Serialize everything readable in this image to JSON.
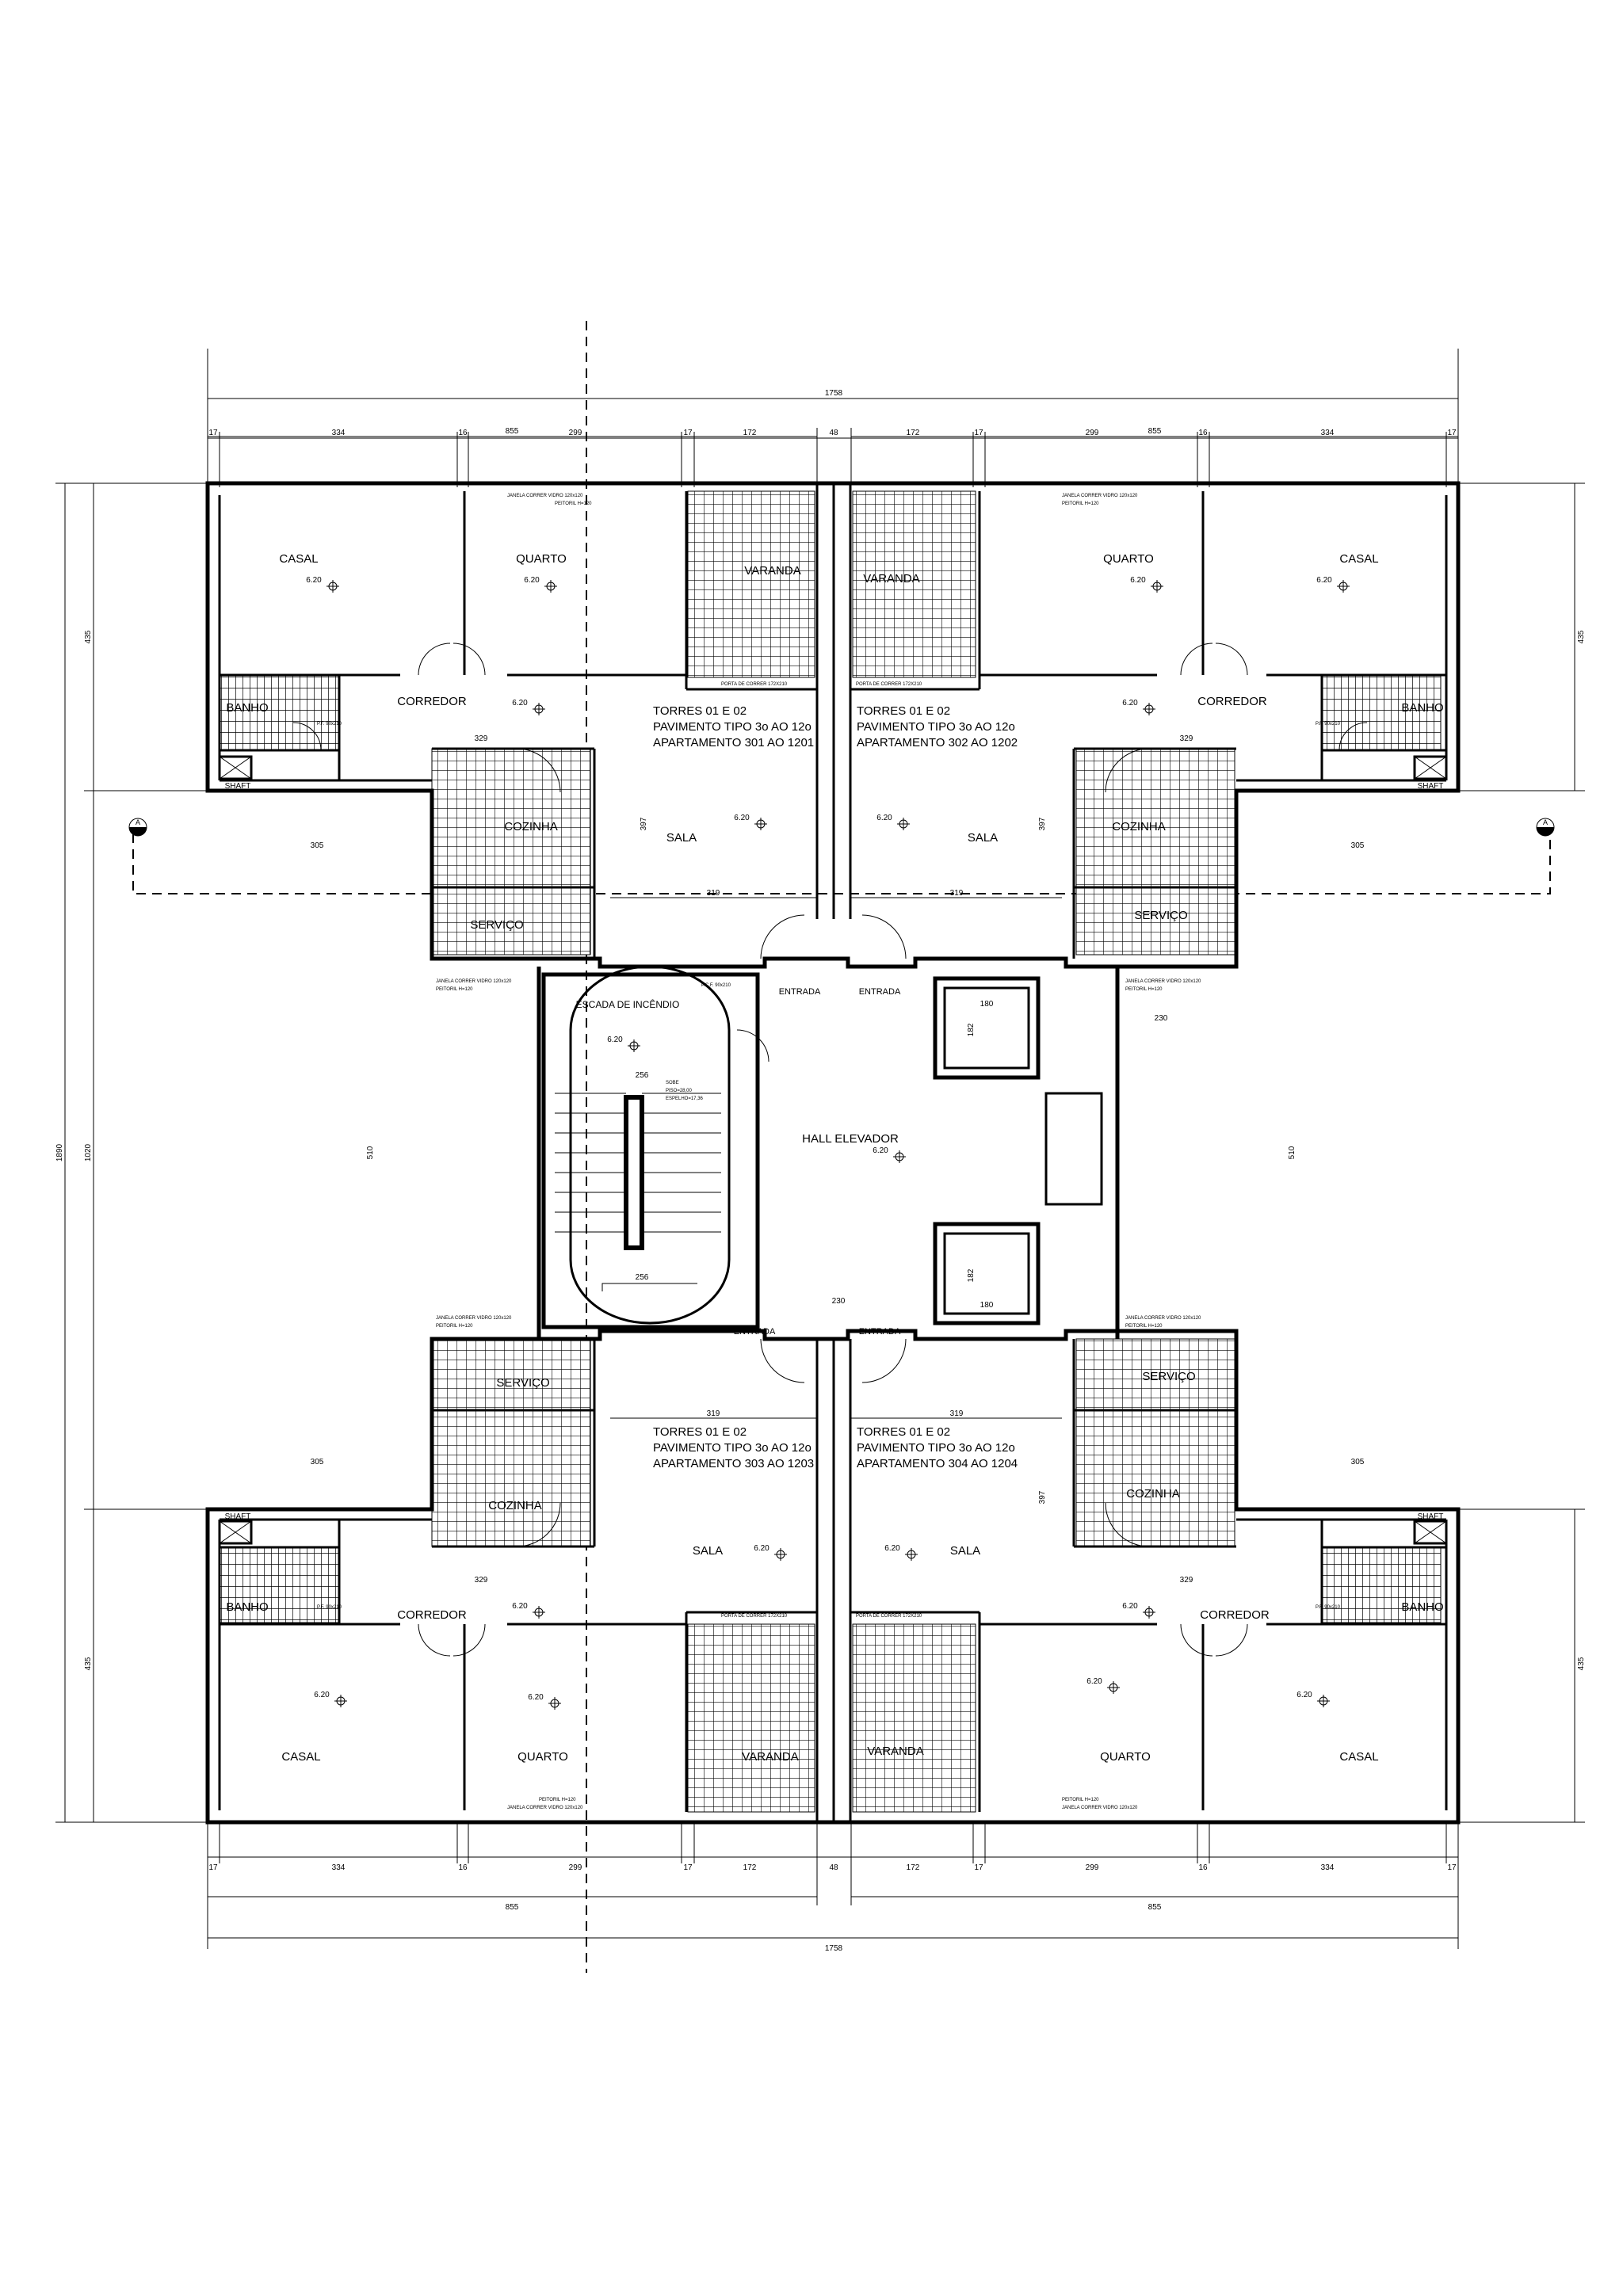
{
  "rooms": {
    "casal": "CASAL",
    "quarto": "QUARTO",
    "varanda": "VARANDA",
    "corredor": "CORREDOR",
    "banho": "BANHO",
    "cozinha": "COZINHA",
    "servico": "SERVIÇO",
    "sala": "SALA",
    "entrada": "ENTRADA",
    "shaft": "SHAFT",
    "hall": "HALL ELEVADOR",
    "escada": "ESCADA DE INCÊNDIO"
  },
  "apartments": [
    {
      "line1": "TORRES 01 E 02",
      "line2": "PAVIMENTO TIPO 3o AO 12o",
      "line3": "APARTAMENTO 301 AO 1201"
    },
    {
      "line1": "TORRES 01 E 02",
      "line2": "PAVIMENTO TIPO 3o AO 12o",
      "line3": "APARTAMENTO 302 AO 1202"
    },
    {
      "line1": "TORRES 01 E 02",
      "line2": "PAVIMENTO TIPO 3o AO 12o",
      "line3": "APARTAMENTO 303 AO 1203"
    },
    {
      "line1": "TORRES 01 E 02",
      "line2": "PAVIMENTO TIPO 3o AO 12o",
      "line3": "APARTAMENTO 304 AO 1204"
    }
  ],
  "dimensions": {
    "total": "1758",
    "half": "855",
    "segments": [
      "17",
      "334",
      "16",
      "299",
      "17",
      "172",
      "48",
      "172",
      "17",
      "299",
      "16",
      "334",
      "17"
    ],
    "left_total": "1890",
    "left_mid": "1020",
    "left_block": "435",
    "sala_w": "319",
    "sala_h": "397",
    "hall_h": "510",
    "corr_w": "329",
    "side_w": "305",
    "elev_w": "180",
    "elev_h": "182",
    "lobby_w": "230",
    "cut_label": "A"
  },
  "levels": {
    "room": "6.20"
  },
  "notes": {
    "janela": "JANELA CORRER VIDRO 120x120",
    "peitoril": "PEITORIL H=120",
    "porta_correr": "PORTA DE CORRER 172X210",
    "pf": "P.F. 90x210",
    "pcf": "P.C.F. 90x210",
    "sobe": "SOBE",
    "piso": "PISO=28,00",
    "espelho": "ESPELHO=17,36",
    "stair_w": "256"
  }
}
